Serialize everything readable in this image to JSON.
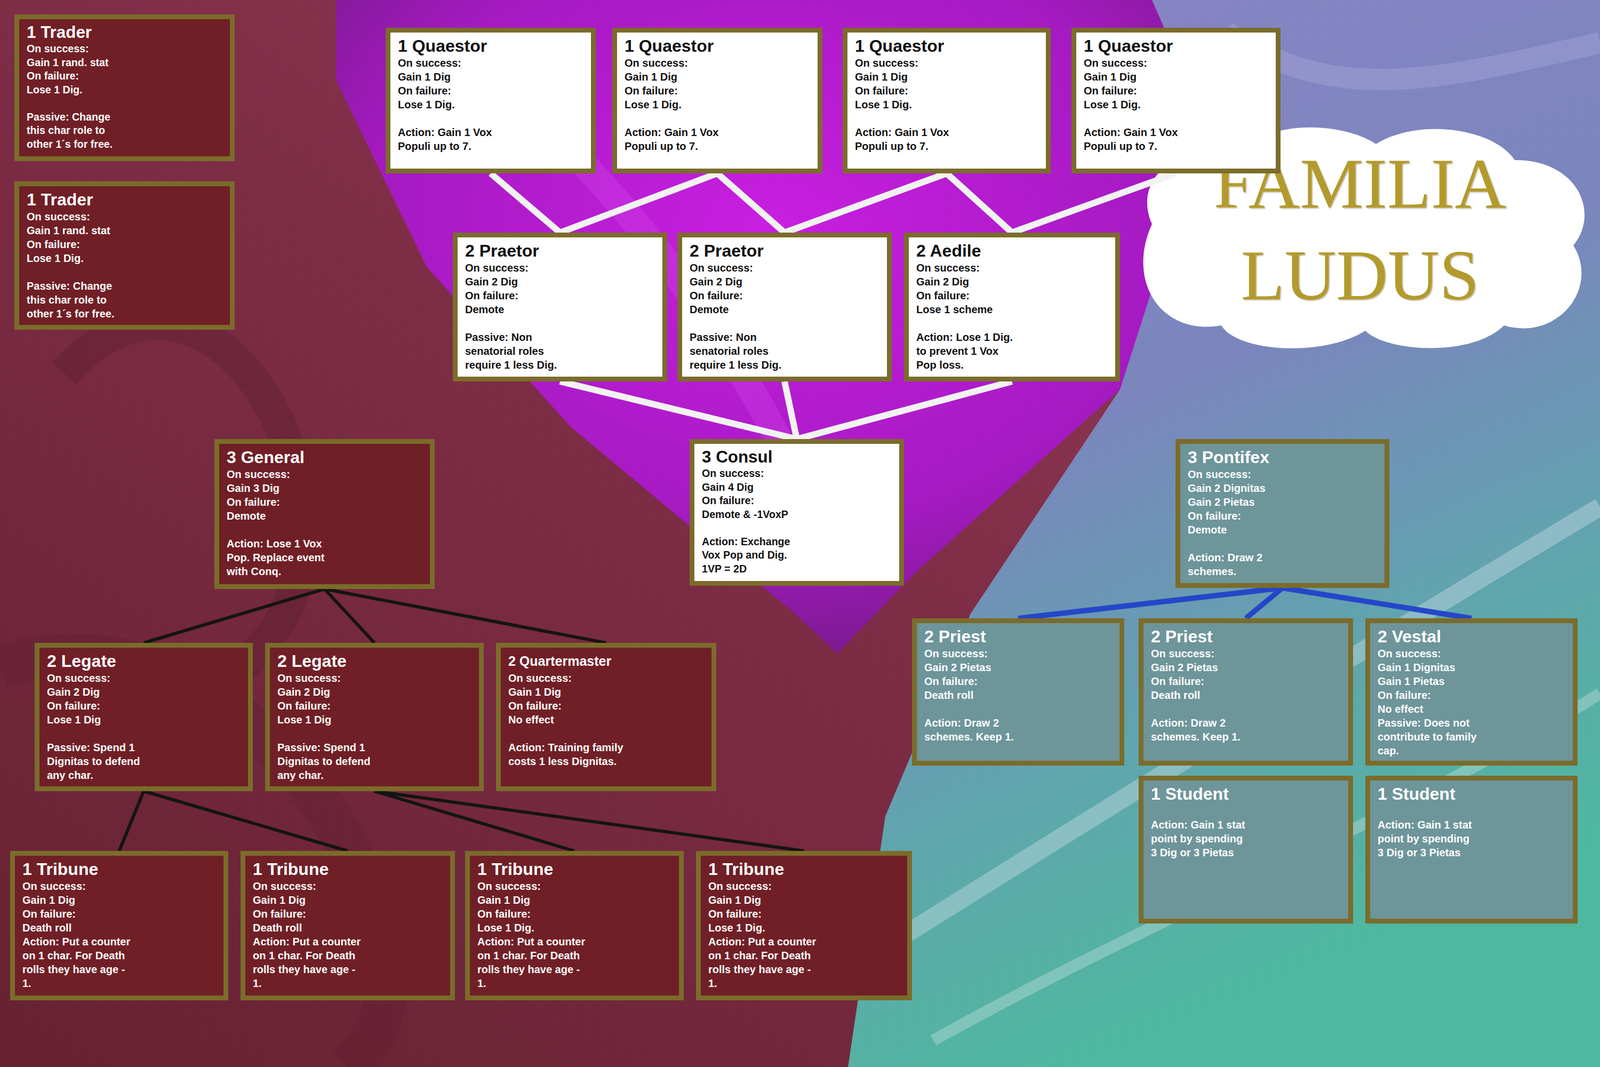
{
  "diagram": {
    "title": "FAMILIA LUDUS",
    "nodes": [
      {
        "text": [
          "1 Trader",
          "On success:",
          "Gain 1 rand. stat",
          "On failure:",
          "Lose 1 Dig.",
          "Passive: Change this char role to other 1´s for free."
        ]
      },
      {
        "text": [
          "1 Trader",
          "On success:",
          "Gain 1 rand. stat",
          "On failure:",
          "Lose 1 Dig.",
          "Passive: Change this char role to other 1´s for free."
        ]
      },
      {
        "text": [
          "1 Quaestor",
          "On success:",
          "Gain 1 Dig",
          "On failure:",
          "Lose 1 Dig.",
          "Action: Gain 1 Vox Populi up to 7."
        ]
      },
      {
        "text": [
          "1 Quaestor",
          "On success:",
          "Gain 1 Dig",
          "On failure:",
          "Lose 1 Dig.",
          "Action: Gain 1 Vox Populi up to 7."
        ]
      },
      {
        "text": [
          "1 Quaestor",
          "On success:",
          "Gain 1 Dig",
          "On failure:",
          "Lose 1 Dig.",
          "Action: Gain 1 Vox Populi up to 7."
        ]
      },
      {
        "text": [
          "1 Quaestor",
          "On success:",
          "Gain 1 Dig",
          "On failure:",
          "Lose 1 Dig.",
          "Action: Gain 1 Vox Populi up to 7."
        ]
      },
      {
        "text": [
          "2 Praetor",
          "On success:",
          "Gain 2 Dig",
          "On failure:",
          "Demote",
          "Passive: Non senatorial roles require 1 less Dig."
        ]
      },
      {
        "text": [
          "2 Praetor",
          "On success:",
          "Gain 2 Dig",
          "On failure:",
          "Demote",
          "Passive: Non senatorial roles require 1 less Dig."
        ]
      },
      {
        "text": [
          "2 Aedile",
          "On success:",
          "Gain 2 Dig",
          "On failure:",
          "Lose 1 scheme",
          "Action: Lose 1 Dig. to prevent 1 Vox Pop loss."
        ]
      },
      {
        "text": [
          "3 General",
          "On success:",
          "Gain 3 Dig",
          "On failure:",
          "Demote",
          "Action: Lose 1 Vox Pop. Replace event with Conq."
        ]
      },
      {
        "text": [
          "3 Consul",
          "On success:",
          "Gain 4 Dig",
          "On failure:",
          "Demote & -1VoxP",
          "Action: Exchange Vox Pop and Dig. 1VP = 2D"
        ]
      },
      {
        "text": [
          "3 Pontifex",
          "On success:",
          "Gain 2 Dignitas",
          "Gain 2 Pietas",
          "On failure:",
          "Demote",
          "Action: Draw 2 schemes."
        ]
      },
      {
        "text": [
          "2 Legate",
          "On success:",
          "Gain 2 Dig",
          "On failure:",
          "Lose 1 Dig",
          "Passive: Spend 1 Dignitas to defend any char."
        ]
      },
      {
        "text": [
          "2 Legate",
          "On success:",
          "Gain 2 Dig",
          "On failure:",
          "Lose 1 Dig",
          "Passive: Spend 1 Dignitas to defend any char."
        ]
      },
      {
        "text": [
          "2 Quartermaster",
          "On success:",
          "Gain 1 Dig",
          "On failure:",
          "No effect",
          "Action: Training family costs 1 less Dignitas."
        ]
      },
      {
        "text": [
          "2 Priest",
          "On success:",
          "Gain 2 Pietas",
          "On failure:",
          "Death roll",
          "Action: Draw 2 schemes. Keep 1."
        ]
      },
      {
        "text": [
          "2 Priest",
          "On success:",
          "Gain 2 Pietas",
          "On failure:",
          "Death roll",
          "Action: Draw 2 schemes. Keep 1."
        ]
      },
      {
        "text": [
          "2 Vestal",
          "On success:",
          "Gain 1 Dignitas",
          "Gain 1 Pietas",
          "On failure:",
          "No effect",
          "Passive: Does not contribute to family cap."
        ]
      },
      {
        "text": [
          "1 Student",
          "Action: Gain 1 stat point by spending 3 Dig or 3 Pietas"
        ]
      },
      {
        "text": [
          "1 Student",
          "Action: Gain 1 stat point by spending 3 Dig or 3 Pietas"
        ]
      },
      {
        "text": [
          "1 Tribune",
          "On success:",
          "Gain 1 Dig",
          "On failure:",
          "Death roll",
          "Action: Put a counter on 1 char. For Death rolls they have age - 1."
        ]
      },
      {
        "text": [
          "1 Tribune",
          "On success:",
          "Gain 1 Dig",
          "On failure:",
          "Death roll",
          "Action: Put a counter on 1 char. For Death rolls they have age - 1."
        ]
      },
      {
        "text": [
          "1 Tribune",
          "On success:",
          "Gain 1 Dig",
          "On failure:",
          "Lose 1 Dig.",
          "Action: Put a counter on 1 char. For Death rolls they have age - 1."
        ]
      },
      {
        "text": [
          "1 Tribune",
          "On success:",
          "Gain 1 Dig",
          "On failure:",
          "Lose 1 Dig.",
          "Action: Put a counter on 1 char. For Death rolls they have age - 1."
        ]
      }
    ],
    "edges": [
      {
        "from": 2,
        "to": 6,
        "arrow": "none"
      },
      {
        "from": 3,
        "to": 6,
        "arrow": "none"
      },
      {
        "from": 3,
        "to": 7,
        "arrow": "none"
      },
      {
        "from": 4,
        "to": 7,
        "arrow": "none"
      },
      {
        "from": 4,
        "to": 8,
        "arrow": "none"
      },
      {
        "from": 5,
        "to": 8,
        "arrow": "none"
      },
      {
        "from": 6,
        "to": 10,
        "arrow": "none"
      },
      {
        "from": 7,
        "to": 10,
        "arrow": "none"
      },
      {
        "from": 8,
        "to": 10,
        "arrow": "none"
      },
      {
        "from": 9,
        "to": 12,
        "arrow": "none"
      },
      {
        "from": 9,
        "to": 13,
        "arrow": "none"
      },
      {
        "from": 9,
        "to": 14,
        "arrow": "none"
      },
      {
        "from": 12,
        "to": 20,
        "arrow": "none"
      },
      {
        "from": 12,
        "to": 21,
        "arrow": "none"
      },
      {
        "from": 13,
        "to": 22,
        "arrow": "none"
      },
      {
        "from": 13,
        "to": 23,
        "arrow": "none"
      },
      {
        "from": 11,
        "to": 15,
        "arrow": "none"
      },
      {
        "from": 11,
        "to": 16,
        "arrow": "none"
      },
      {
        "from": 11,
        "to": 17,
        "arrow": "none"
      }
    ]
  }
}
